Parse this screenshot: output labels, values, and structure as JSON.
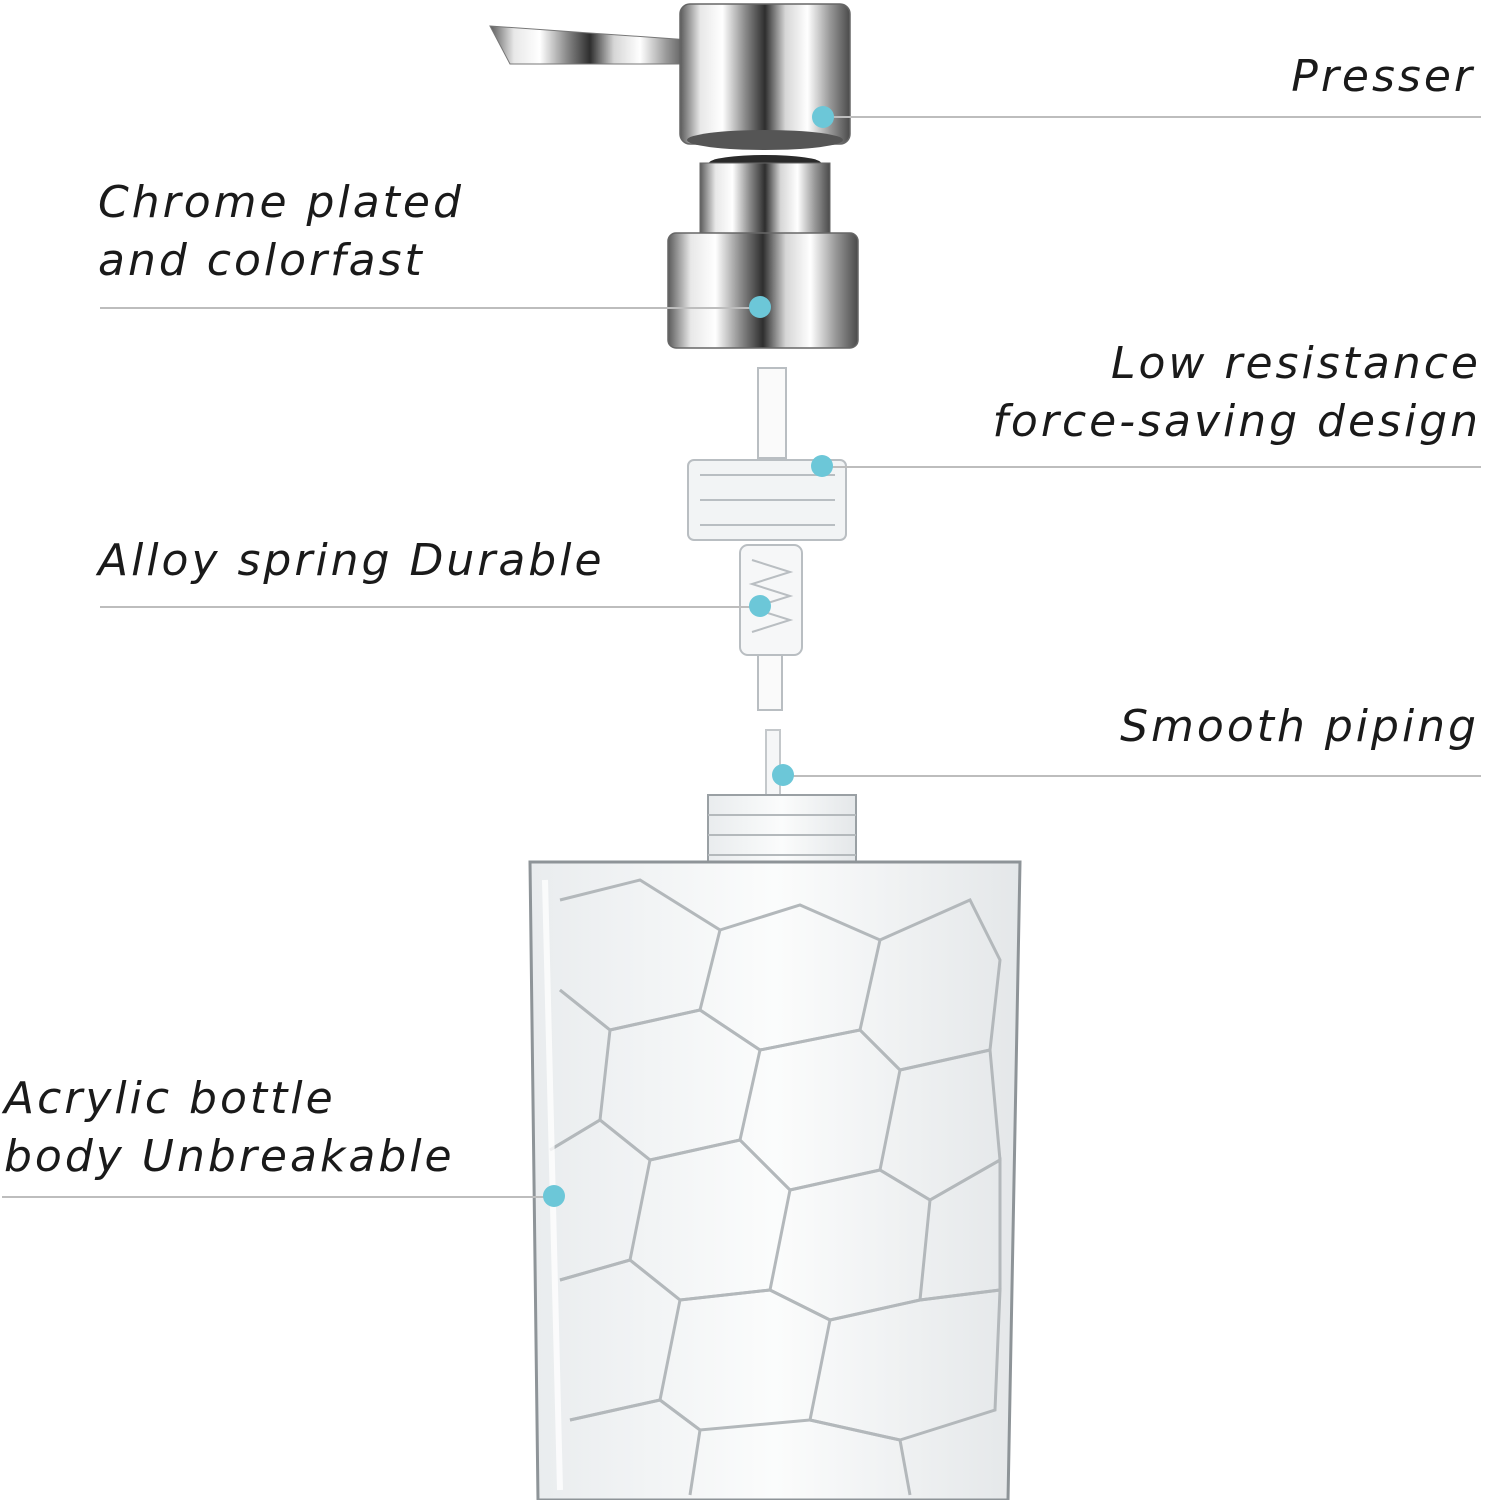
{
  "colors": {
    "accent_dot": "#6cc7d8",
    "leader_line": "#bdbdbd",
    "text": "#1a1a1a",
    "chrome_light": "#f4f4f4",
    "chrome_dark": "#3a3a3a"
  },
  "callouts": {
    "presser": "Presser",
    "chrome": "Chrome plated\nand colorfast",
    "low_resistance": "Low resistance\nforce-saving design",
    "alloy_spring": "Alloy spring Durable",
    "smooth_piping": "Smooth piping",
    "acrylic_body": "Acrylic bottle\nbody Unbreakable"
  },
  "icons": {
    "presser": "chrome-presser",
    "collar": "chrome-collar",
    "pump": "clear-pump-spring",
    "tube": "dip-tube",
    "bottle": "crackle-acrylic-bottle"
  }
}
